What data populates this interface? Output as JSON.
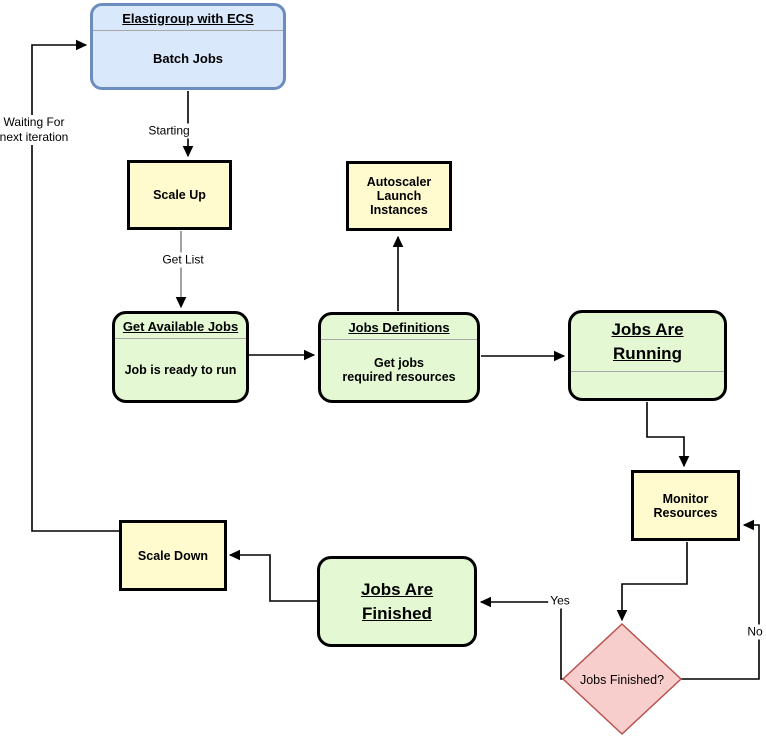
{
  "nodes": {
    "elastigroup": {
      "title": "Elastigroup with ECS",
      "body": "Batch Jobs"
    },
    "scale_up": {
      "label": "Scale Up"
    },
    "autoscaler": {
      "lines": [
        "Autoscaler",
        "Launch",
        "Instances"
      ]
    },
    "get_available_jobs": {
      "title": "Get Available Jobs",
      "body": "Job is ready to run"
    },
    "jobs_definitions": {
      "title": "Jobs Definitions",
      "body_lines": [
        "Get jobs",
        "required resources"
      ]
    },
    "jobs_running": {
      "lines": [
        "Jobs Are",
        "Running"
      ]
    },
    "monitor_resources": {
      "lines": [
        "Monitor",
        "Resources"
      ]
    },
    "decision": {
      "label": "Jobs Finished?"
    },
    "jobs_finished": {
      "lines": [
        "Jobs Are",
        "Finished"
      ]
    },
    "scale_down": {
      "label": "Scale Down"
    }
  },
  "edge_labels": {
    "starting": "Starting",
    "get_list": "Get List",
    "waiting_lines": [
      "Waiting For",
      "next iteration"
    ],
    "yes": "Yes",
    "no": "No"
  },
  "colors": {
    "blue_fill": "#dae8fc",
    "blue_border": "#6c8ebf",
    "yellow_fill": "#fffbcf",
    "green_fill": "#e3f8d3",
    "node_border": "#000000",
    "pink_fill": "#f8cecc",
    "pink_border": "#b85450",
    "divider": "#a6a6a6",
    "edge": "#000000",
    "edge_gray": "#8c8c8c"
  }
}
